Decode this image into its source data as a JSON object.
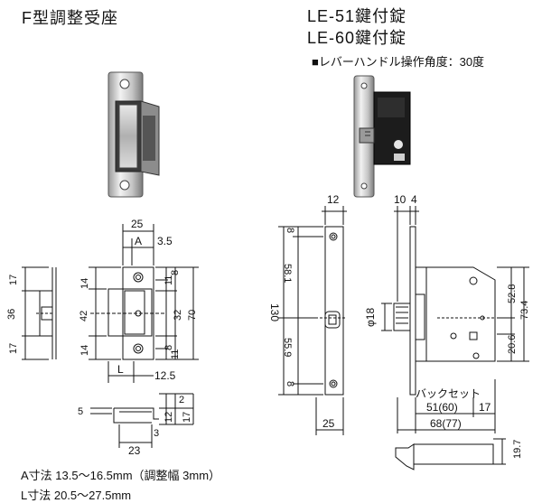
{
  "left": {
    "title": "F型調整受座",
    "dims": {
      "top_width": "25",
      "a_label": "A",
      "a_offset": "3.5",
      "l_label": "L",
      "l_offset": "12.5",
      "left_17_top": "17",
      "left_36": "36",
      "left_17_bottom": "17",
      "inner_14_top": "14",
      "inner_42": "42",
      "inner_14_bottom": "14",
      "right_11_top": "11",
      "right_8_top": "8",
      "right_32": "32",
      "right_70": "70",
      "right_8_bottom": "8",
      "right_11_bottom": "11",
      "bottom_5": "5",
      "bottom_3": "3",
      "bottom_12": "12",
      "bottom_2": "2",
      "bottom_17": "17",
      "bottom_23": "23"
    },
    "notes": [
      "A寸法  13.5〜16.5mm（調整幅 3mm）",
      "L寸法  20.5〜27.5mm"
    ]
  },
  "right": {
    "title_1": "LE-51鍵付錠",
    "title_2": "LE-60鍵付錠",
    "subtitle": "■レバーハンドル操作角度：30度",
    "dims": {
      "faceplate_width": "12",
      "face_10": "10",
      "face_4": "4",
      "d_8_top": "8",
      "d_58_1": "58.1",
      "d_130": "130",
      "d_55_9": "55.9",
      "d_8_bottom": "8",
      "d_25": "25",
      "phi18": "φ18",
      "d_52_8": "52.8",
      "d_73_4": "73.4",
      "d_20_6": "20.6",
      "backset_label": "バックセット",
      "d_51_60": "51(60)",
      "d_17": "17",
      "d_68_77": "68(77)",
      "d_19_7": "19.7"
    }
  }
}
